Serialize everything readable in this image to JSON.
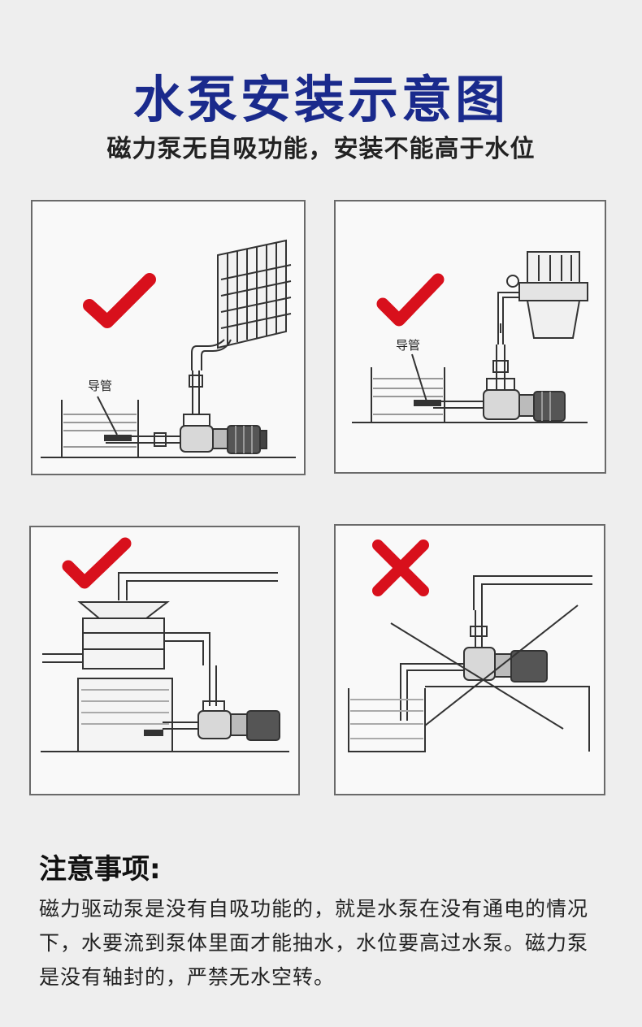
{
  "header": {
    "title": "水泵安装示意图",
    "subtitle": "磁力泵无自吸功能，安装不能高于水位"
  },
  "panels": [
    {
      "status": "correct",
      "label": "导管"
    },
    {
      "status": "correct",
      "label": "导管"
    },
    {
      "status": "correct"
    },
    {
      "status": "incorrect"
    }
  ],
  "notes": {
    "title": "注意事项:",
    "body": "磁力驱动泵是没有自吸功能的，就是水泵在没有通电的情况下，水要流到泵体里面才能抽水，水位要高过水泵。磁力泵是没有轴封的，严禁无水空转。"
  },
  "colors": {
    "title": "#1a2a8c",
    "check": "#d8101c",
    "cross": "#d8101c",
    "line": "#333333"
  },
  "icons": {
    "correct": "check-mark-icon",
    "incorrect": "cross-mark-icon"
  }
}
